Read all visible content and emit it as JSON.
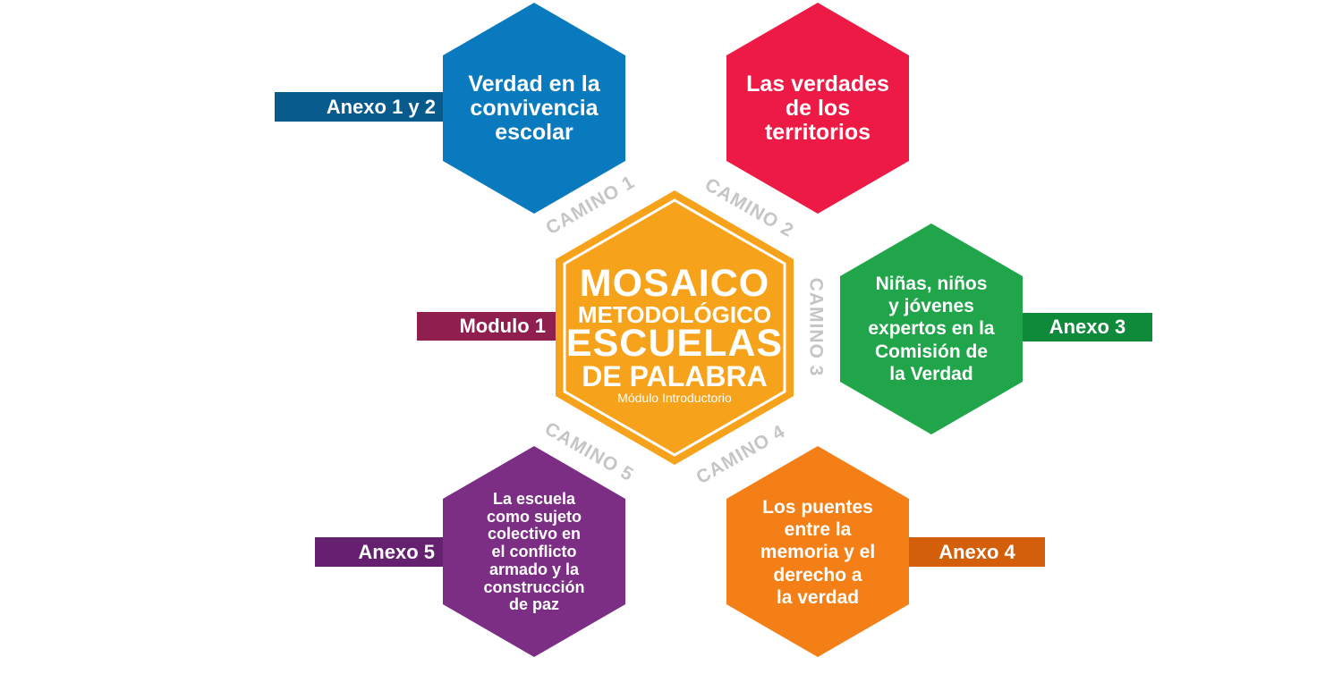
{
  "center": {
    "line1": "MOSAICO",
    "line2": "METODOLÓGICO",
    "line3": "ESCUELAS",
    "line4": "DE PALABRA",
    "subtitle": "Módulo Introductorio",
    "fill_color": "#F7A21B",
    "tag": "Modulo 1",
    "tag_color": "#8E1F4E"
  },
  "hexagons": [
    {
      "id": "verdad-convivencia",
      "lines": [
        "Verdad en la",
        "convivencia",
        "escolar"
      ],
      "color": "#0A7ABF",
      "tag": "Anexo 1 y 2",
      "tag_color": "#075A8C",
      "camino": "CAMINO 1"
    },
    {
      "id": "verdades-territorios",
      "lines": [
        "Las verdades",
        "de los",
        "territorios"
      ],
      "color": "#EC1A44",
      "tag": "",
      "tag_color": "",
      "camino": "CAMINO 2"
    },
    {
      "id": "ninas-ninos",
      "lines": [
        "Niñas, niños",
        "y jóvenes",
        "expertos en la",
        "Comisión de",
        "la Verdad"
      ],
      "color": "#20A54A",
      "tag": "Anexo 3",
      "tag_color": "#0F8A3A",
      "camino": "CAMINO 3"
    },
    {
      "id": "puentes-memoria",
      "lines": [
        "Los puentes",
        "entre la",
        "memoria y el",
        "derecho a",
        "la verdad"
      ],
      "color": "#F57F17",
      "tag": "Anexo 4",
      "tag_color": "#D45F0A",
      "camino": "CAMINO 4"
    },
    {
      "id": "escuela-sujeto",
      "lines": [
        "La escuela",
        "como sujeto",
        "colectivo en",
        "el conflicto",
        "armado y la",
        "construcción",
        "de paz"
      ],
      "color": "#7C2E85",
      "tag": "Anexo 5",
      "tag_color": "#652070",
      "camino": "CAMINO 5"
    }
  ],
  "camino_color": "#C5C5C5"
}
